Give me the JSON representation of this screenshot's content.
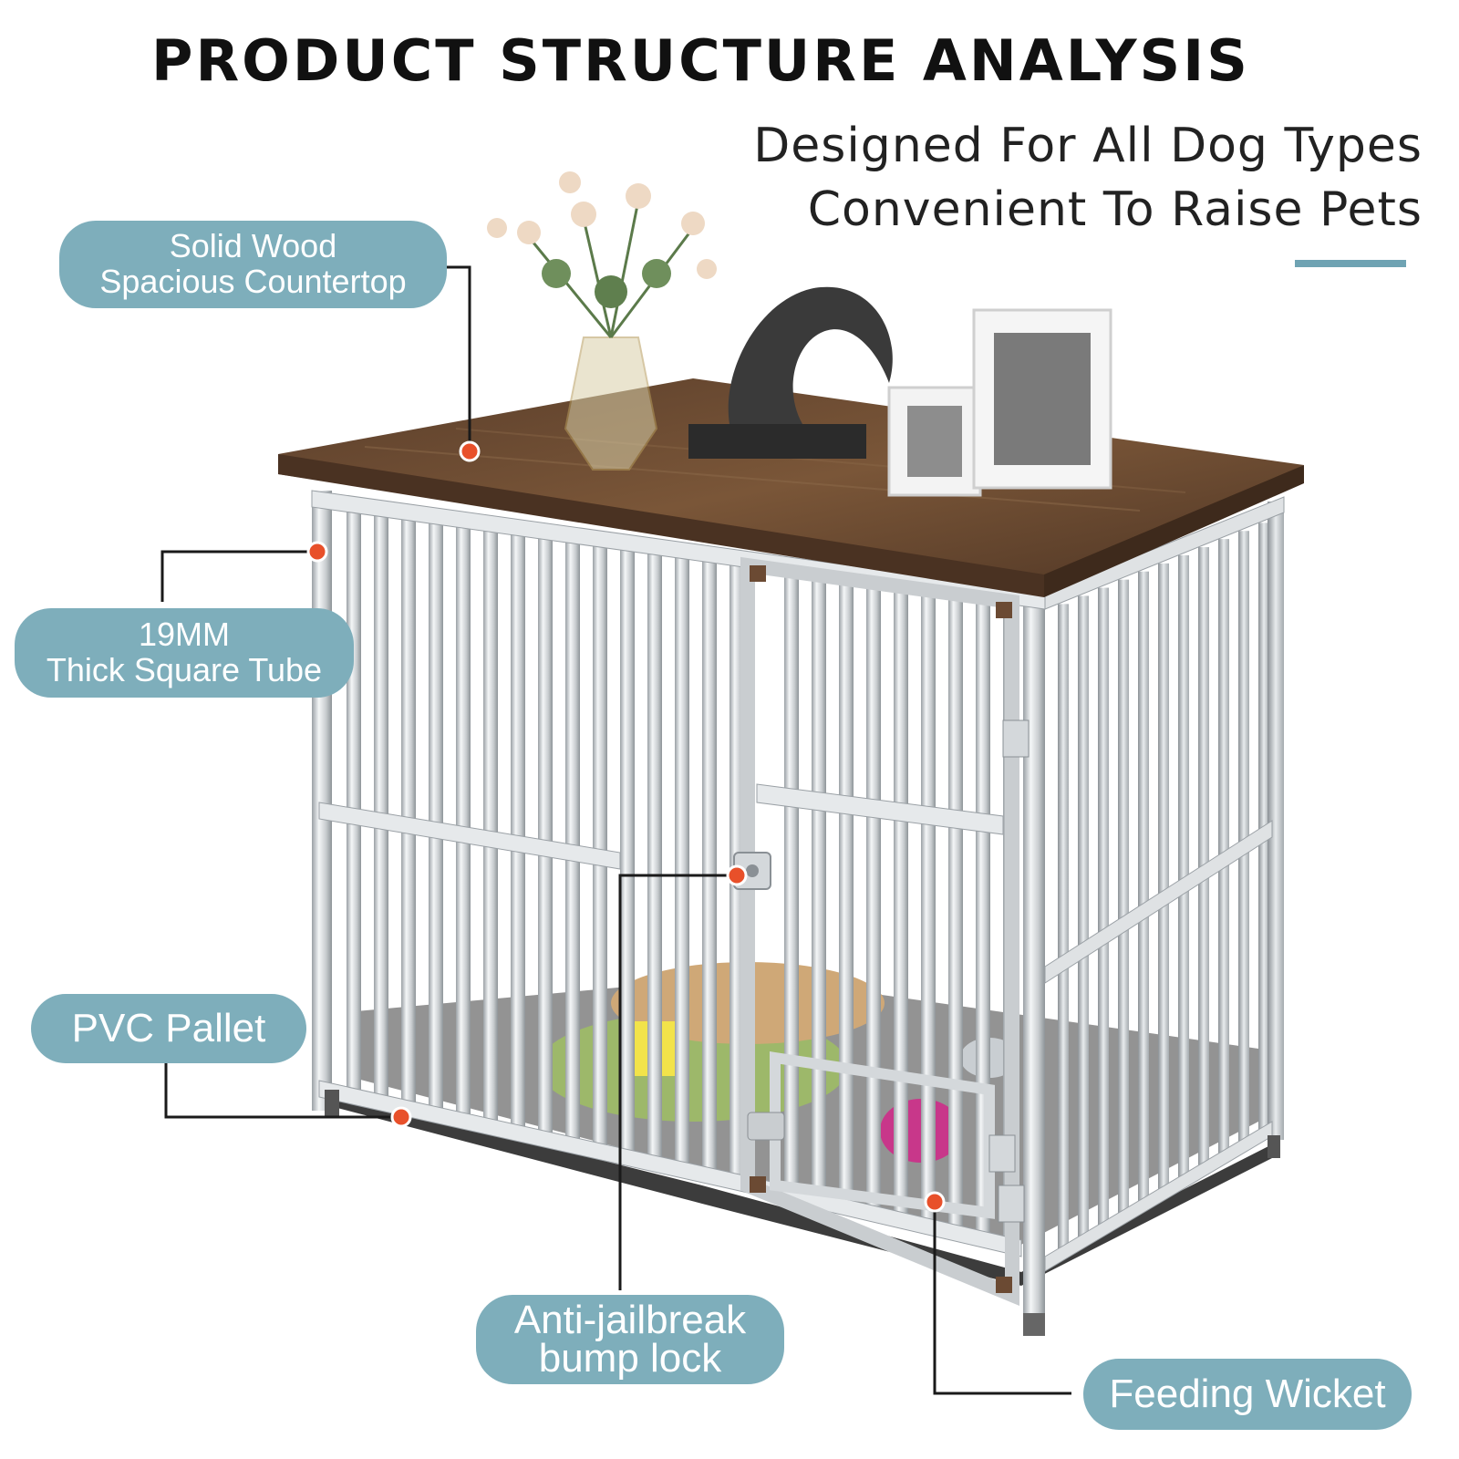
{
  "header": {
    "title": "PRODUCT STRUCTURE ANALYSIS",
    "subtitle_line1": "Designed For All Dog Types",
    "subtitle_line2": "Convenient To Raise Pets"
  },
  "callouts": {
    "countertop": {
      "line1": "Solid Wood",
      "line2": "Spacious Countertop"
    },
    "tube": {
      "line1": "19MM",
      "line2": "Thick Square Tube"
    },
    "pallet": {
      "line1": "PVC Pallet"
    },
    "lock": {
      "line1": "Anti-jailbreak",
      "line2": "bump lock"
    },
    "wicket": {
      "line1": "Feeding Wicket"
    }
  },
  "colors": {
    "pill": "#7eaebb",
    "accent": "#6fa3b3",
    "marker": "#e8502a",
    "wood": "#6b4a33",
    "metal": "#d9dde0"
  }
}
